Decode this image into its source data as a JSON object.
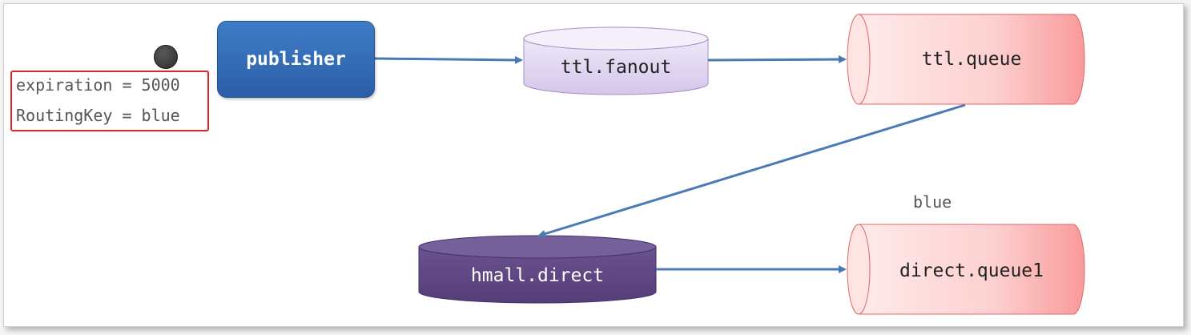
{
  "message": {
    "expiration_line": "expiration = 5000",
    "routing_line": "RoutingKey = blue"
  },
  "nodes": {
    "publisher": "publisher",
    "ttl_fanout": "ttl.fanout",
    "ttl_queue": "ttl.queue",
    "hmall_direct": "hmall.direct",
    "direct_queue1": "direct.queue1"
  },
  "binding_key": "blue",
  "colors": {
    "publisher": "#2f67b1",
    "fanout_exchange": "#dcd0ee",
    "direct_exchange": "#5e4680",
    "queue": "#fbb6b6",
    "arrow": "#4a7ab5",
    "message_border": "#d9262c"
  }
}
